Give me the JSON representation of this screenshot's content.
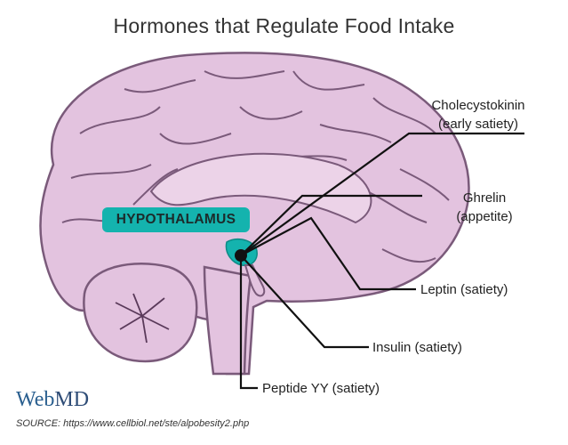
{
  "title": "Hormones that Regulate Food Intake",
  "region_label": "HYPOTHALAMUS",
  "hormones": [
    {
      "name": "Cholecystokinin",
      "effect": "(early satiety)"
    },
    {
      "name": "Ghrelin",
      "effect": "(appetite)"
    },
    {
      "name": "Leptin (satiety)"
    },
    {
      "name": "Insulin (satiety)"
    },
    {
      "name": "Peptide YY (satiety)"
    }
  ],
  "brand": {
    "part1": "Web",
    "part2": "MD"
  },
  "source": "SOURCE: https://www.cellbiol.net/ste/alpobesity2.php",
  "colors": {
    "brain_fill": "#e3c3df",
    "brain_stroke": "#7a5a7a",
    "hypothalamus": "#14b3ae",
    "leader_lines": "#111111"
  }
}
